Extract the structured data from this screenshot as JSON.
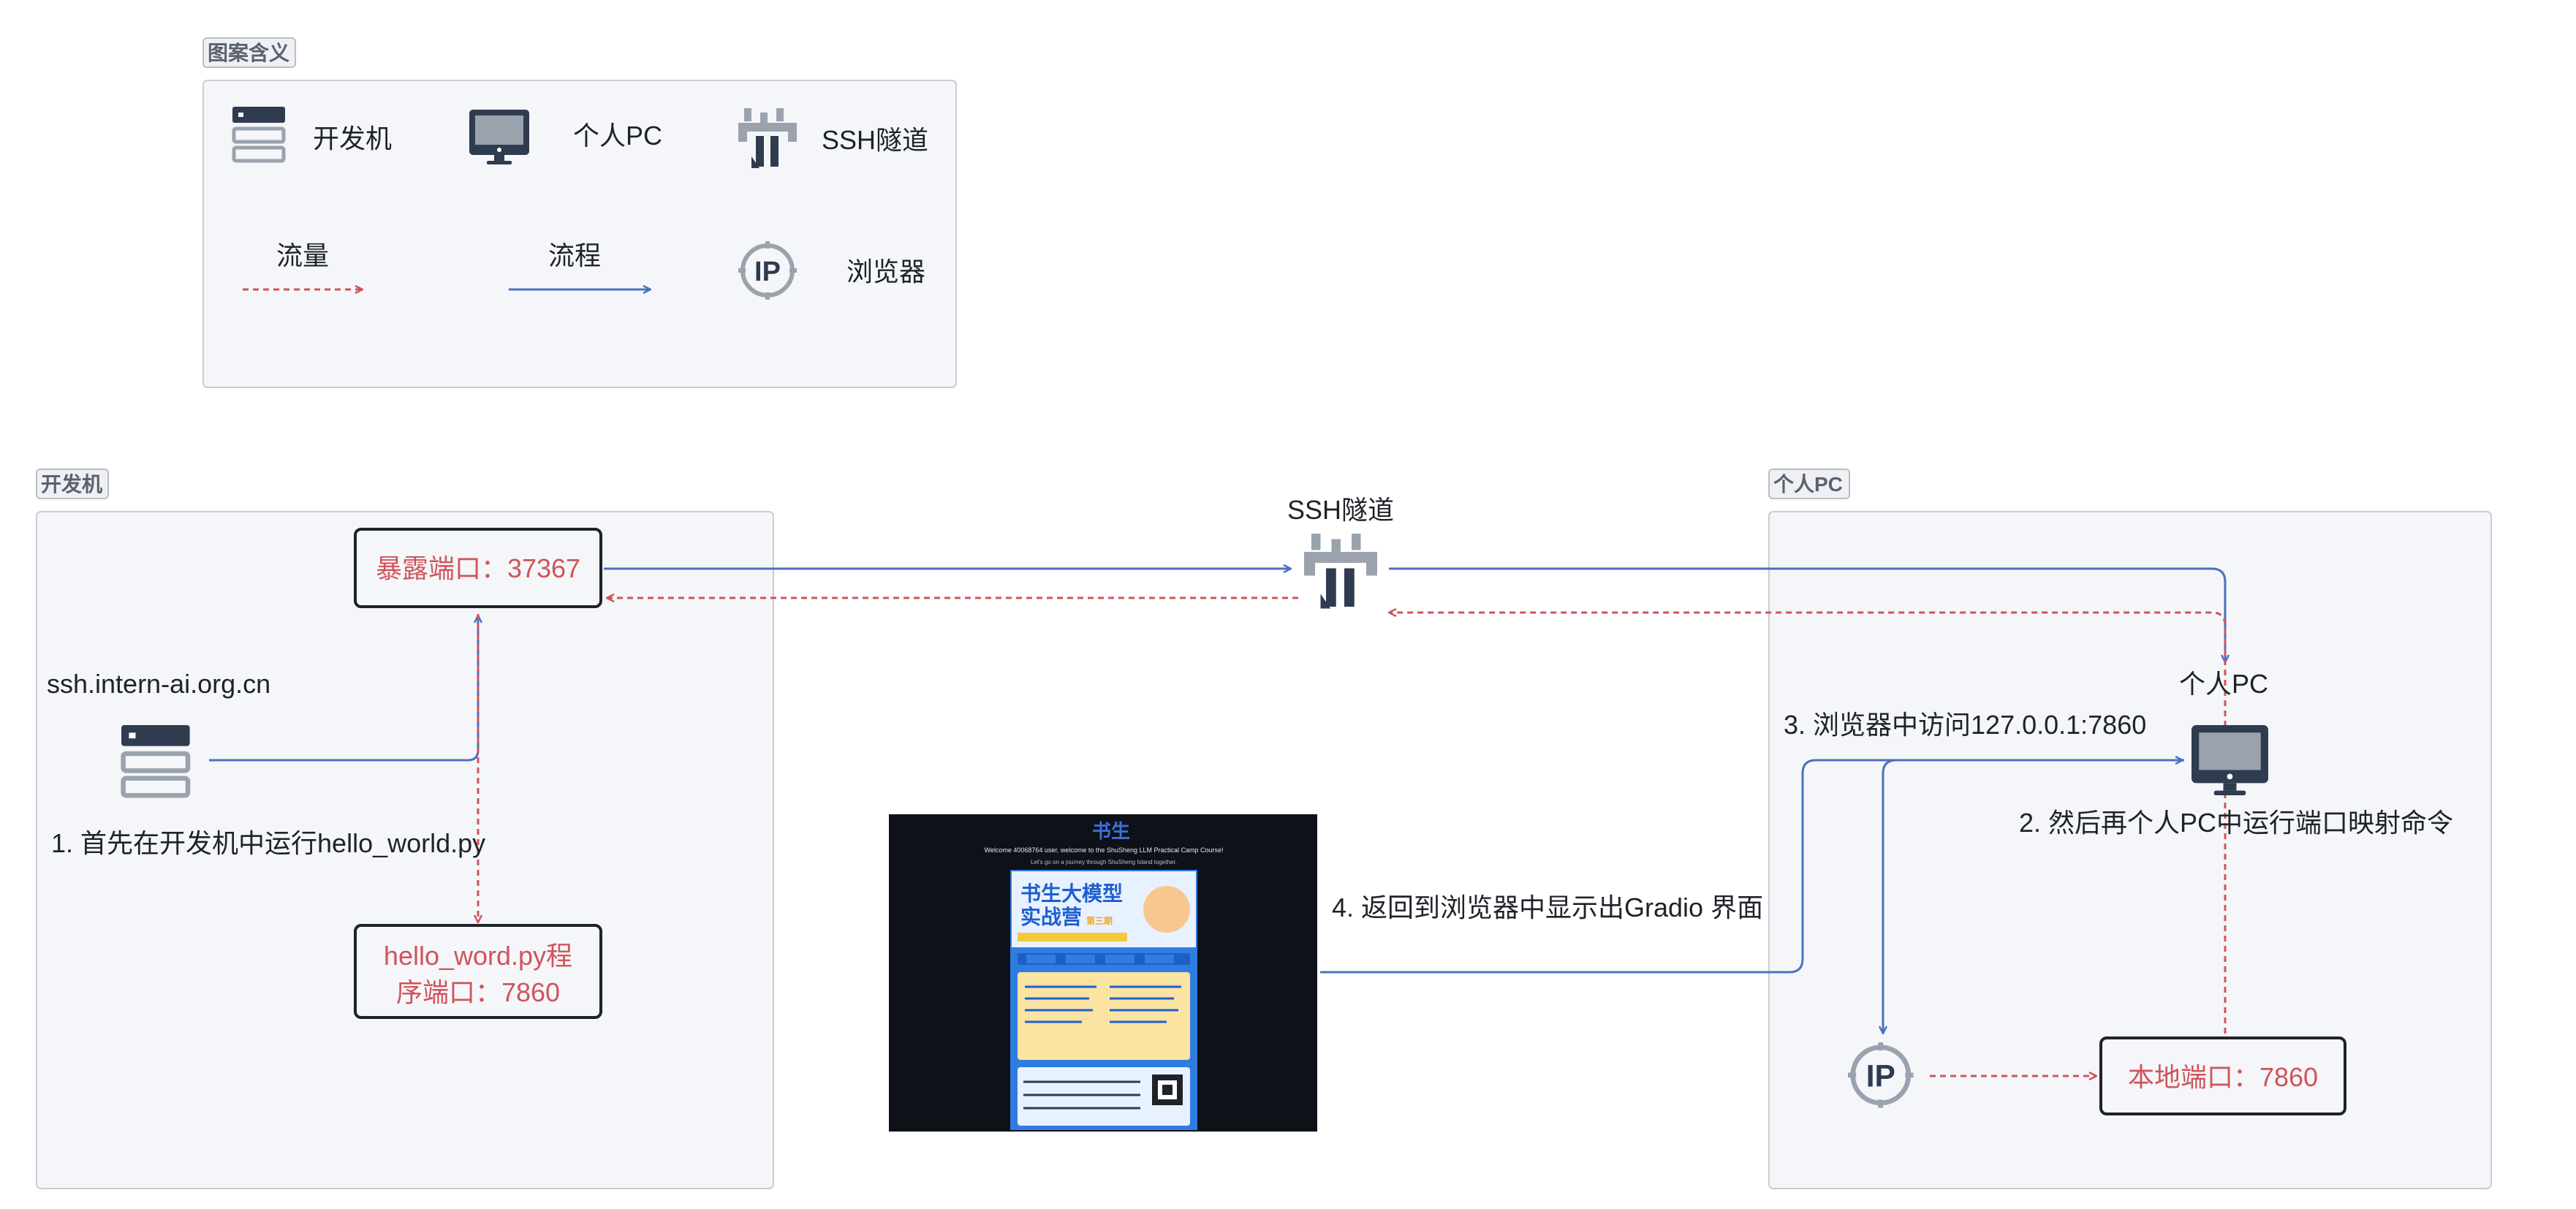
{
  "colors": {
    "flow": "#d0545a",
    "process": "#4a72c0",
    "icon_dark": "#2f3b4f",
    "icon_light": "#9aa3ad",
    "zone_bg": "#f4f6f9",
    "zone_border": "#c9cdd3"
  },
  "legend": {
    "title": "图案含义",
    "items": {
      "devmachine": {
        "label": "开发机",
        "icon": "server-icon"
      },
      "pc": {
        "label": "个人PC",
        "icon": "monitor-icon"
      },
      "ssh": {
        "label": "SSH隧道",
        "icon": "tunnel-icon"
      },
      "traffic": {
        "label": "流量",
        "icon": "dashed-arrow"
      },
      "process": {
        "label": "流程",
        "icon": "solid-arrow"
      },
      "browser": {
        "label": "浏览器",
        "icon": "browser-ip-icon"
      }
    }
  },
  "zones": {
    "devmachine": {
      "label": "开发机"
    },
    "pc": {
      "label": "个人PC"
    }
  },
  "nodes": {
    "exposed_port": "暴露端口：37367",
    "ssh_host": "ssh.intern-ai.org.cn",
    "app_port": [
      "hello_word.py程",
      "序端口：7860"
    ],
    "ssh_tunnel": "SSH隧道",
    "pc": "个人PC",
    "local_port": "本地端口：7860"
  },
  "steps": {
    "s1": "1. 首先在开发机中运行hello_world.py",
    "s2": "2. 然后再个人PC中运行端口映射命令",
    "s3": "3. 浏览器中访问127.0.0.1:7860",
    "s4": "4. 返回到浏览器中显示出Gradio 界面"
  },
  "screenshot": {
    "brand": "书生",
    "welcome": "Welcome 40068764 user, welcome to the ShuSheng LLM Practical Camp Course!",
    "subtitle": "Let's go on a journey through ShuSheng Island together.",
    "poster_title": [
      "书生大模型",
      "实战营"
    ],
    "poster_badge": "第三期"
  }
}
